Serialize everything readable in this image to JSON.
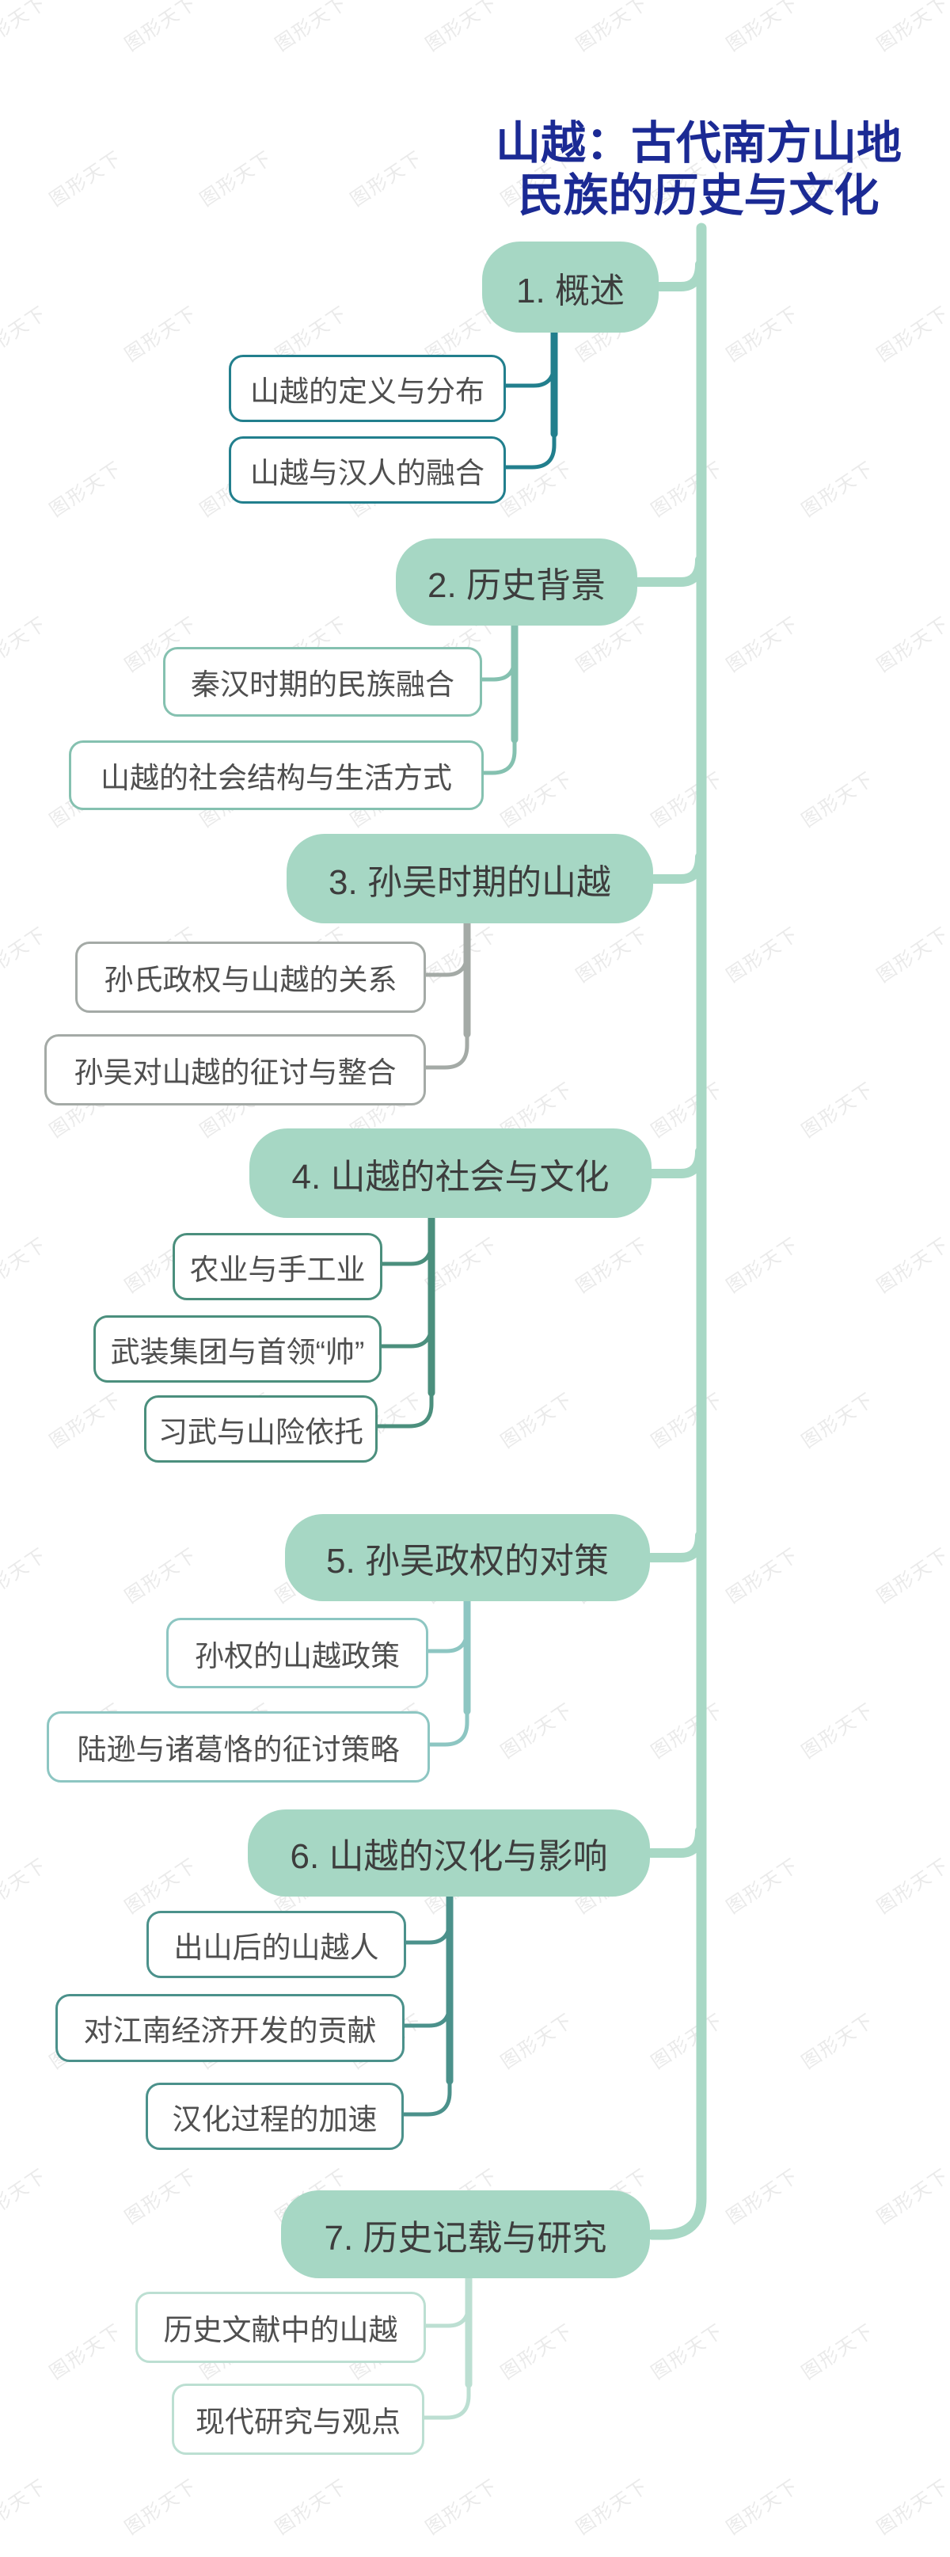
{
  "watermark": {
    "text": "图形天下"
  },
  "title": {
    "lines": [
      "山越：古代南方山地",
      "民族的历史与文化"
    ],
    "color": "#1b2a94"
  },
  "palette": {
    "spine": "#a8d8c5",
    "section_fill": "#a6d7c4",
    "section_text": "#3d3d3d",
    "child_text": "#4f4f4f",
    "branch_colors": [
      "#227f8d",
      "#85c1b0",
      "#a4aaa6",
      "#4b8f7d",
      "#8dc6c2",
      "#4b918b",
      "#bcdfd2"
    ]
  },
  "sections": [
    {
      "label": "1. 概述",
      "branch_color": "#227f8d",
      "children": [
        "山越的定义与分布",
        "山越与汉人的融合"
      ]
    },
    {
      "label": "2. 历史背景",
      "branch_color": "#85c1b0",
      "children": [
        "秦汉时期的民族融合",
        "山越的社会结构与生活方式"
      ]
    },
    {
      "label": "3. 孙吴时期的山越",
      "branch_color": "#a4aaa6",
      "children": [
        "孙氏政权与山越的关系",
        "孙吴对山越的征讨与整合"
      ]
    },
    {
      "label": "4. 山越的社会与文化",
      "branch_color": "#4b8f7d",
      "children": [
        "农业与手工业",
        "武装集团与首领“帅”",
        "习武与山险依托"
      ]
    },
    {
      "label": "5. 孙吴政权的对策",
      "branch_color": "#8dc6c2",
      "children": [
        "孙权的山越政策",
        "陆逊与诸葛恪的征讨策略"
      ]
    },
    {
      "label": "6. 山越的汉化与影响",
      "branch_color": "#4b918b",
      "children": [
        "出山后的山越人",
        "对江南经济开发的贡献",
        "汉化过程的加速"
      ]
    },
    {
      "label": "7. 历史记载与研究",
      "branch_color": "#bcdfd2",
      "children": [
        "历史文献中的山越",
        "现代研究与观点"
      ]
    }
  ]
}
